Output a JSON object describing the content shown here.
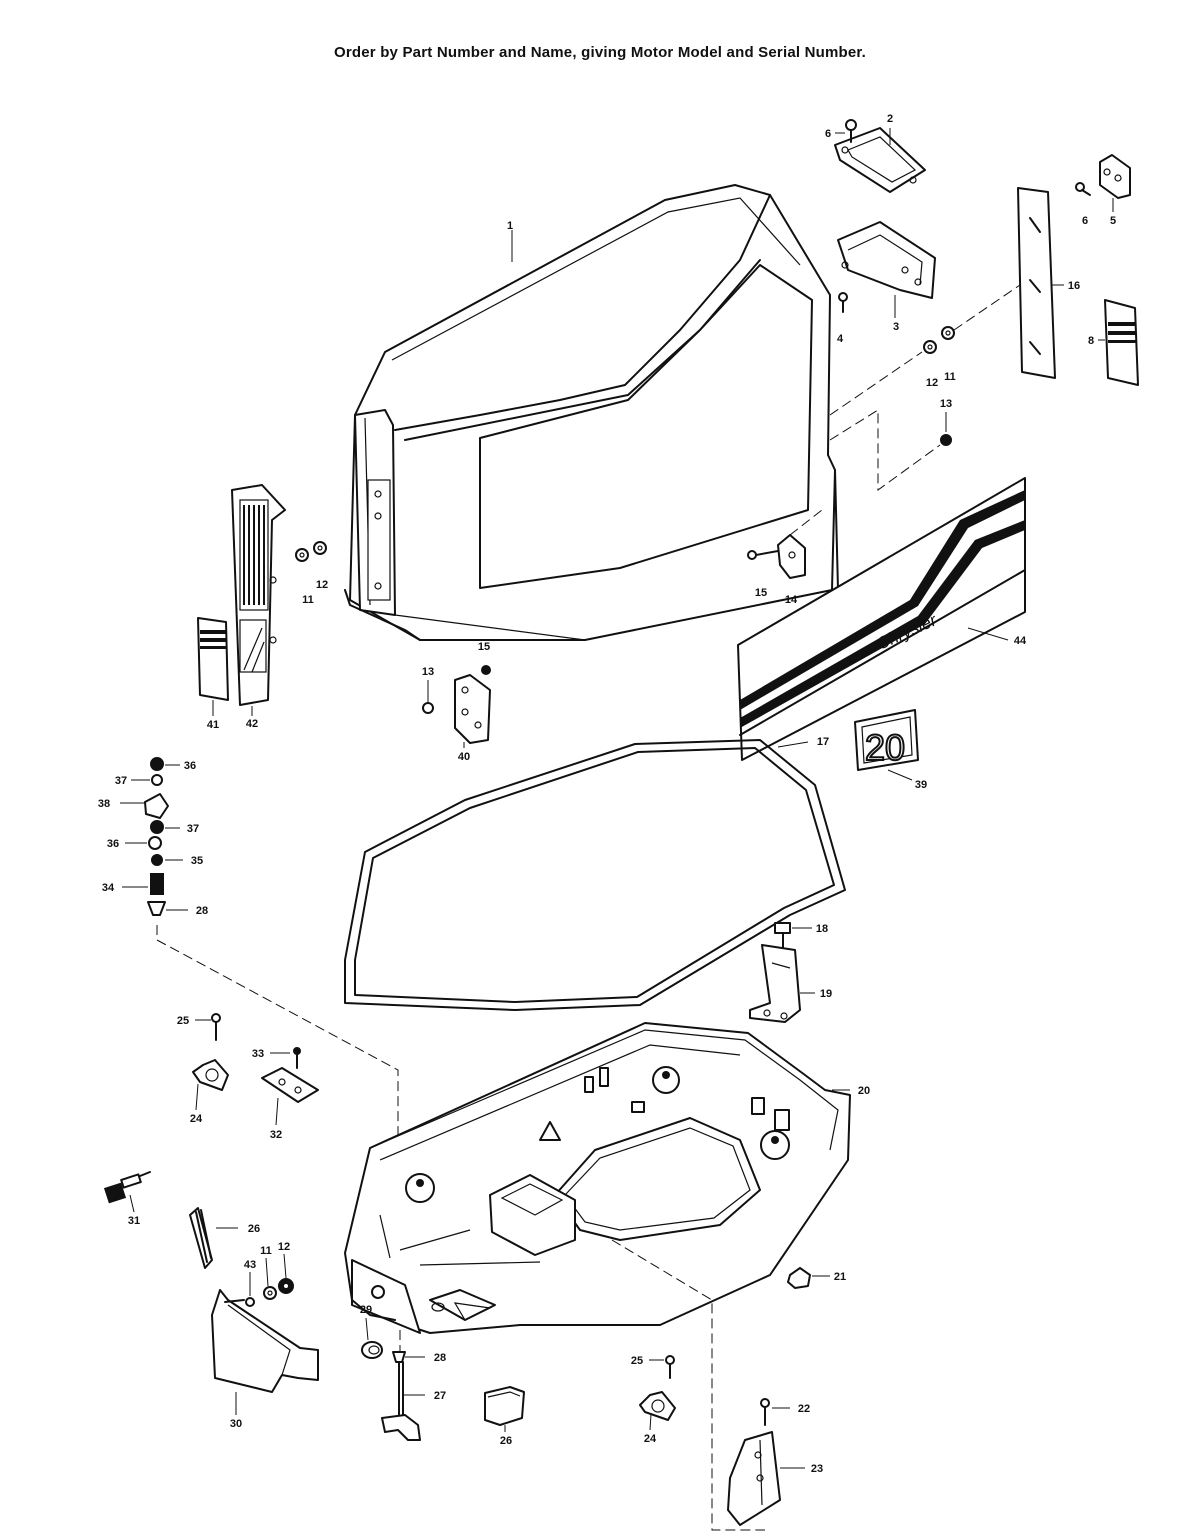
{
  "header": {
    "note": "Order by Part Number and Name, giving Motor Model and Serial Number."
  },
  "brand": {
    "decal_text": "Chrysler",
    "badge_text": "20"
  },
  "callouts": [
    {
      "id": "c1",
      "text": "1"
    },
    {
      "id": "c2",
      "text": "2"
    },
    {
      "id": "c3",
      "text": "3"
    },
    {
      "id": "c4",
      "text": "4"
    },
    {
      "id": "c5",
      "text": "5"
    },
    {
      "id": "c6a",
      "text": "6"
    },
    {
      "id": "c6b",
      "text": "6"
    },
    {
      "id": "c8",
      "text": "8"
    },
    {
      "id": "c11a",
      "text": "11"
    },
    {
      "id": "c11b",
      "text": "11"
    },
    {
      "id": "c11c",
      "text": "11"
    },
    {
      "id": "c12a",
      "text": "12"
    },
    {
      "id": "c12b",
      "text": "12"
    },
    {
      "id": "c12c",
      "text": "12"
    },
    {
      "id": "c13a",
      "text": "13"
    },
    {
      "id": "c13b",
      "text": "13"
    },
    {
      "id": "c14",
      "text": "14"
    },
    {
      "id": "c15a",
      "text": "15"
    },
    {
      "id": "c15b",
      "text": "15"
    },
    {
      "id": "c16",
      "text": "16"
    },
    {
      "id": "c17",
      "text": "17"
    },
    {
      "id": "c18",
      "text": "18"
    },
    {
      "id": "c19",
      "text": "19"
    },
    {
      "id": "c20",
      "text": "20"
    },
    {
      "id": "c21",
      "text": "21"
    },
    {
      "id": "c22",
      "text": "22"
    },
    {
      "id": "c23",
      "text": "23"
    },
    {
      "id": "c24a",
      "text": "24"
    },
    {
      "id": "c24b",
      "text": "24"
    },
    {
      "id": "c25a",
      "text": "25"
    },
    {
      "id": "c25b",
      "text": "25"
    },
    {
      "id": "c26a",
      "text": "26"
    },
    {
      "id": "c26b",
      "text": "26"
    },
    {
      "id": "c27",
      "text": "27"
    },
    {
      "id": "c28a",
      "text": "28"
    },
    {
      "id": "c28b",
      "text": "28"
    },
    {
      "id": "c29",
      "text": "29"
    },
    {
      "id": "c30",
      "text": "30"
    },
    {
      "id": "c31",
      "text": "31"
    },
    {
      "id": "c32",
      "text": "32"
    },
    {
      "id": "c33",
      "text": "33"
    },
    {
      "id": "c34",
      "text": "34"
    },
    {
      "id": "c35",
      "text": "35"
    },
    {
      "id": "c36a",
      "text": "36"
    },
    {
      "id": "c36b",
      "text": "36"
    },
    {
      "id": "c37a",
      "text": "37"
    },
    {
      "id": "c37b",
      "text": "37"
    },
    {
      "id": "c38",
      "text": "38"
    },
    {
      "id": "c39",
      "text": "39"
    },
    {
      "id": "c40",
      "text": "40"
    },
    {
      "id": "c41",
      "text": "41"
    },
    {
      "id": "c42",
      "text": "42"
    },
    {
      "id": "c43",
      "text": "43"
    },
    {
      "id": "c44",
      "text": "44"
    }
  ]
}
